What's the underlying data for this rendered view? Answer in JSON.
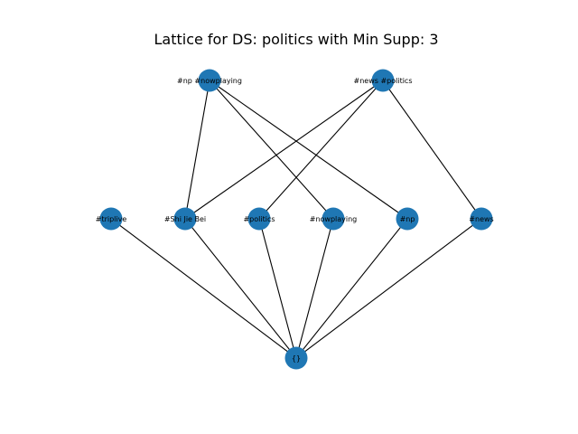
{
  "title": "Lattice for DS: politics with Min Supp: 3",
  "colors": {
    "node_fill": "#1f77b4",
    "edge": "#000000",
    "text": "#000000",
    "background": "#ffffff"
  },
  "nodes": [
    {
      "id": "np_nowplaying",
      "label": "#np #nowplaying",
      "level": 2
    },
    {
      "id": "news_politics",
      "label": "#news #politics",
      "level": 2
    },
    {
      "id": "triplive",
      "label": "#triplive",
      "level": 1
    },
    {
      "id": "shijiebei",
      "label": "#Shi Jie Bei",
      "level": 1
    },
    {
      "id": "politics",
      "label": "#politics",
      "level": 1
    },
    {
      "id": "nowplaying",
      "label": "#nowplaying",
      "level": 1
    },
    {
      "id": "np",
      "label": "#np",
      "level": 1
    },
    {
      "id": "news",
      "label": "#news",
      "level": 1
    },
    {
      "id": "empty",
      "label": "{}",
      "level": 0
    }
  ],
  "edges": [
    [
      "np_nowplaying",
      "shijiebei"
    ],
    [
      "np_nowplaying",
      "nowplaying"
    ],
    [
      "np_nowplaying",
      "np"
    ],
    [
      "news_politics",
      "shijiebei"
    ],
    [
      "news_politics",
      "politics"
    ],
    [
      "news_politics",
      "news"
    ],
    [
      "triplive",
      "empty"
    ],
    [
      "shijiebei",
      "empty"
    ],
    [
      "politics",
      "empty"
    ],
    [
      "nowplaying",
      "empty"
    ],
    [
      "np",
      "empty"
    ],
    [
      "news",
      "empty"
    ]
  ]
}
